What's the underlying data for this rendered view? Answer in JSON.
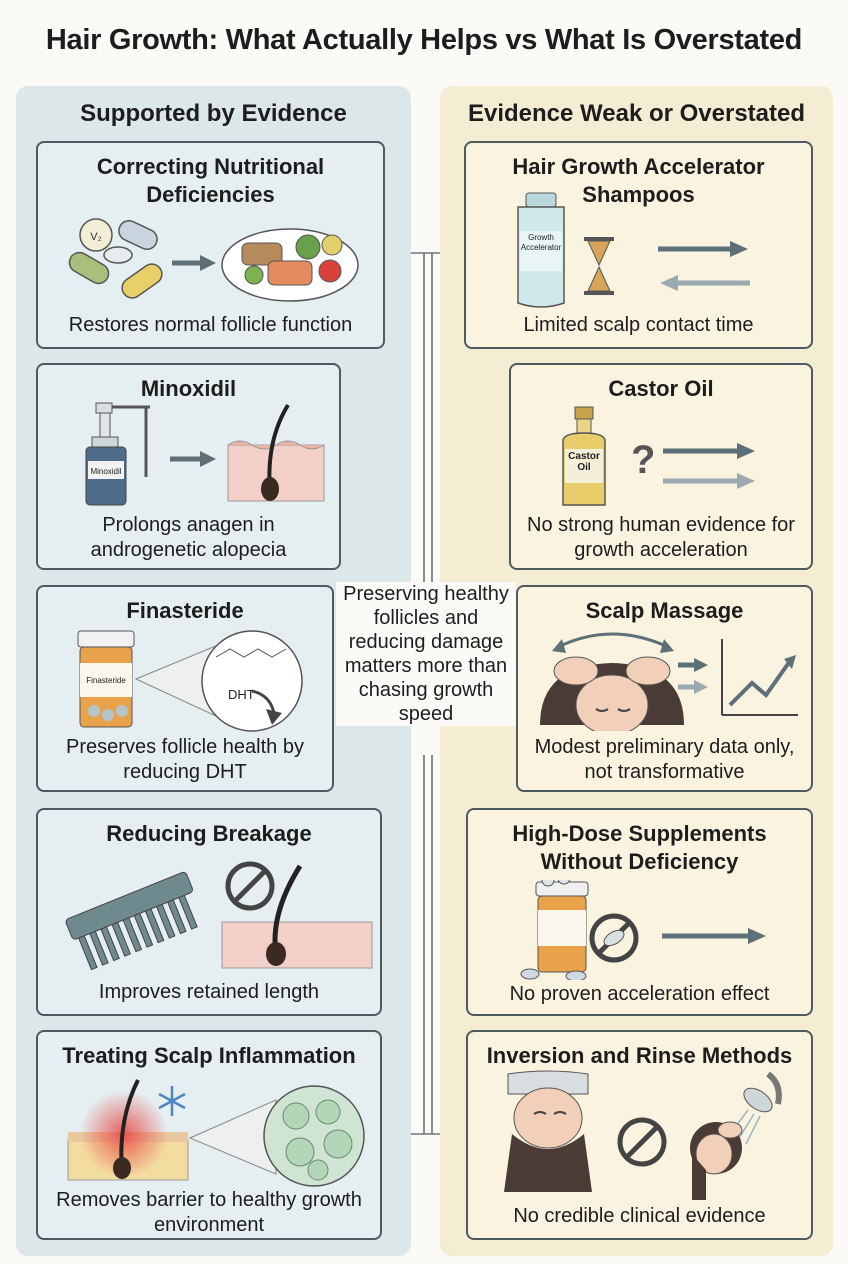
{
  "title": "Hair Growth: What Actually Helps vs What Is Overstated",
  "left_column": {
    "heading": "Supported by Evidence",
    "cards": [
      {
        "title": "Correcting Nutritional Deficiencies",
        "caption": "Restores normal follicle function",
        "pill_label": "V₂"
      },
      {
        "title": "Minoxidil",
        "caption": "Prolongs anagen in androgenetic alopecia",
        "bottle_label": "Minoxidil"
      },
      {
        "title": "Finasteride",
        "caption": "Preserves follicle health by reducing DHT",
        "bottle_label": "Finasteride",
        "molecule_label": "DHT"
      },
      {
        "title": "Reducing Breakage",
        "caption": "Improves retained length"
      },
      {
        "title": "Treating Scalp Inflammation",
        "caption": "Removes barrier to healthy growth environment"
      }
    ]
  },
  "right_column": {
    "heading": "Evidence Weak or Overstated",
    "cards": [
      {
        "title": "Hair Growth Accelerator Shampoos",
        "caption": "Limited scalp contact time",
        "bottle_label": "Growth Accelerator"
      },
      {
        "title": "Castor Oil",
        "caption": "No strong human evidence for growth acceleration",
        "bottle_label": "Castor Oil"
      },
      {
        "title": "Scalp Massage",
        "caption": "Modest preliminary data only, not transformative"
      },
      {
        "title": "High-Dose Supplements Without Deficiency",
        "caption": "No proven acceleration effect"
      },
      {
        "title": "Inversion and Rinse Methods",
        "caption": "No credible clinical evidence"
      }
    ]
  },
  "center_message": "Preserving healthy follicles and reducing damage matters more than chasing growth speed",
  "colors": {
    "left_panel": "#dce7ea",
    "right_panel": "#f4ecd3",
    "border": "#4f5a5f",
    "arrow": "#5d7077"
  }
}
